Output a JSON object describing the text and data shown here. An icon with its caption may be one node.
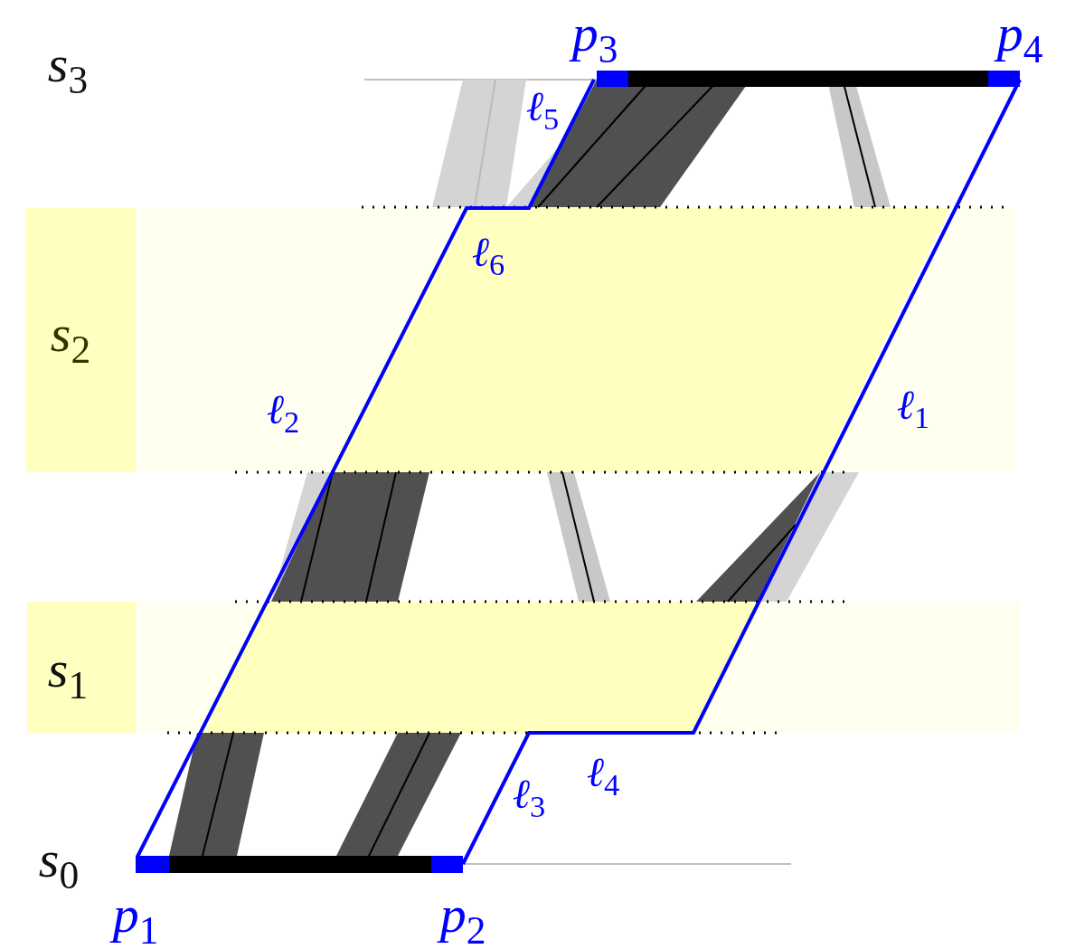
{
  "diagram": {
    "labels": [
      "p$_{3}$",
      "p$_{4}$",
      "s$_{3}$",
      "ℓ$_{5}$",
      "ℓ$_{6}$",
      "s$_{2}$",
      "ℓ$_{2}$",
      "ℓ$_{1}$",
      "s$_{1}$",
      "ℓ$_{4}$",
      "ℓ$_{3}$",
      "s$_{0}$",
      "p$_{1}$",
      "p$_{2}$"
    ]
  }
}
